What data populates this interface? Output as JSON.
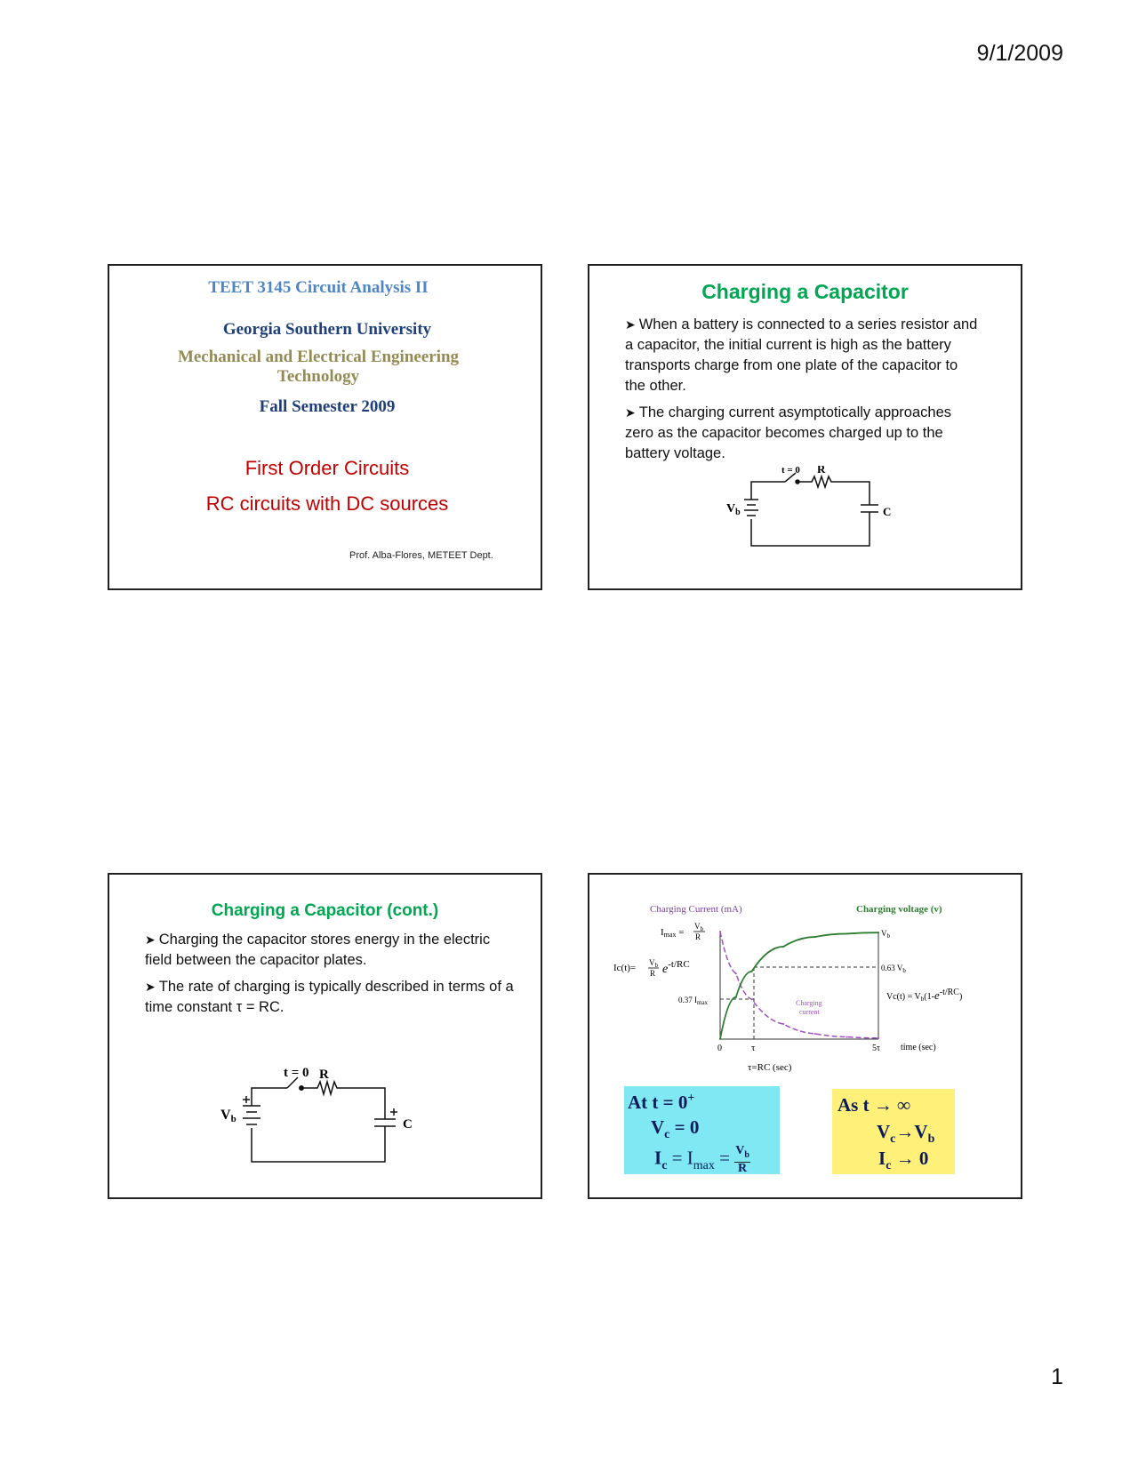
{
  "page": {
    "date": "9/1/2009",
    "number": "1"
  },
  "slide1": {
    "course": "TEET 3145  Circuit Analysis II",
    "university": "Georgia Southern University",
    "department": "Mechanical and Electrical Engineering Technology",
    "semester": "Fall Semester 2009",
    "topic1": "First Order Circuits",
    "topic2": "RC circuits  with DC sources",
    "professor": "Prof.  Alba-Flores,  METEET Dept.",
    "colors": {
      "course": "#4f86c6",
      "university": "#1f3f7a",
      "department": "#948a54",
      "semester": "#1f3f7a",
      "topic": "#c00000"
    }
  },
  "slide2": {
    "title": "Charging a Capacitor",
    "bullets": [
      "When a battery is connected to a series resistor and a capacitor, the initial current is high as the battery transports charge from one plate of the capacitor to the other.",
      "The charging current asymptotically approaches zero as the capacitor becomes charged up to the battery voltage."
    ],
    "circuit": {
      "switch": "t = 0",
      "resistor": "R",
      "capacitor": "C",
      "battery": "V",
      "battery_sub": "b"
    },
    "title_color": "#00a651"
  },
  "slide3": {
    "title": "Charging a Capacitor (cont.)",
    "bullets": [
      "Charging the capacitor stores energy in the electric field between the capacitor plates.",
      "The rate of charging is typically described in terms of a time constant  τ = RC."
    ],
    "circuit": {
      "switch": "t = 0",
      "resistor": "R",
      "capacitor": "C",
      "battery": "V",
      "battery_sub": "b"
    },
    "title_color": "#00a651"
  },
  "slide4": {
    "chart_data": {
      "type": "line",
      "title_left": "Charging Current (mA)",
      "title_right": "Charging voltage  (v)",
      "x_ticks": [
        "0",
        "τ",
        "5τ"
      ],
      "x_label": "time (sec)",
      "tau_label": "τ=RC  (sec)",
      "series": [
        {
          "name": "Charging current",
          "x": [
            0,
            0.5,
            1,
            2,
            3,
            4,
            5
          ],
          "values": [
            1,
            0.61,
            0.37,
            0.14,
            0.05,
            0.02,
            0.01
          ]
        },
        {
          "values": [
            0,
            0.39,
            0.63,
            0.86,
            0.95,
            0.98,
            0.99
          ]
        }
      ],
      "annotations": {
        "imax": "I",
        "imax_sub": "max",
        "ic": "Ic(t)=",
        "exp": "e",
        "exp_sup": "-t/RC",
        "i037": "0.37 I",
        "i037_sub": "max",
        "v063": "0.63 V",
        "v063_sub": "b",
        "vb": "V",
        "vb_sub": "b",
        "vc": "Vc(t) = V",
        "vc_tail": "(1-",
        "vc_close": ")",
        "frac_num": "V",
        "frac_num_sub": "b",
        "frac_den": "R",
        "curve_label_1": "Charging",
        "curve_label_2": "current"
      },
      "colors": {
        "current": "#a050c0",
        "voltage": "#2e7d32",
        "title_left": "#7b3fa0",
        "title_right": "#2e7d32"
      }
    },
    "box_left": {
      "line1": "At  t = 0",
      "line1_sup": "+",
      "line2": "V",
      "line2_sub": "c",
      "line2_tail": " = 0",
      "line3": "I",
      "line3_sub": "c",
      "line3_mid": " = I",
      "line3_mid_sub": "max",
      "line3_eq": " = ",
      "frac_num": "V",
      "frac_num_sub": "b",
      "frac_den": "R",
      "color": "#7fe8f2"
    },
    "box_right": {
      "line1": "As   t → ∞",
      "line2": "V",
      "line2_sub": "c",
      "line2_tail": "→V",
      "line2_tail_sub": "b",
      "line3": "I",
      "line3_sub": "c",
      "line3_tail": " → 0",
      "color": "#fff07a"
    }
  }
}
